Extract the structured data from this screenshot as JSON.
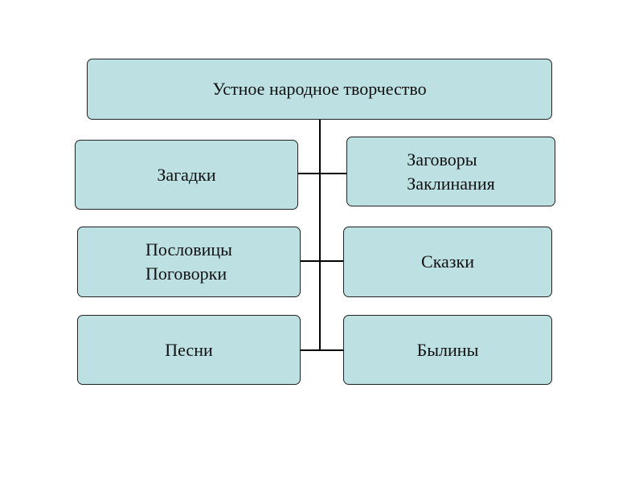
{
  "root": {
    "label": "Устное народное творчество"
  },
  "nodes": [
    {
      "lines": [
        "Загадки"
      ]
    },
    {
      "lines": [
        "Заговоры",
        "Заклинания"
      ]
    },
    {
      "lines": [
        "Пословицы",
        "Поговорки"
      ]
    },
    {
      "lines": [
        "Сказки"
      ]
    },
    {
      "lines": [
        "Песни"
      ]
    },
    {
      "lines": [
        "Былины"
      ]
    }
  ],
  "colors": {
    "box_fill": "#bde0e2",
    "line": "#000000"
  }
}
